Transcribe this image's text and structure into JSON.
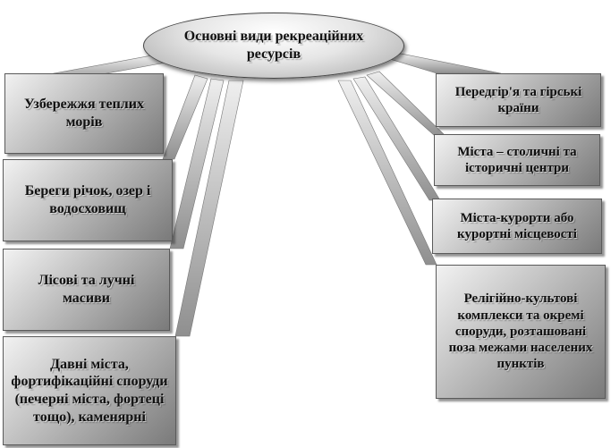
{
  "title": "Основні види рекреаційних ресурсів",
  "left_items": [
    "Узбережжя теплих морів",
    "Береги річок, озер і водосховищ",
    "Лісові та лучні масиви",
    "Давні міста, фортифікаційні споруди (печерні міста, фортеці тощо), каменярні"
  ],
  "right_items": [
    "Передгір'я та гірські країни",
    "Міста – столичні та історичні центри",
    "Міста-курорти або курортні місцевості",
    "Релігійно-культові комплекси та окремі споруди, розташовані поза межами населених пунктів"
  ],
  "colors": {
    "box_light": "#f2f2f2",
    "box_dark": "#7a7a7a",
    "connector_light": "#e0e0e0",
    "connector_dark": "#8a8a8a"
  }
}
